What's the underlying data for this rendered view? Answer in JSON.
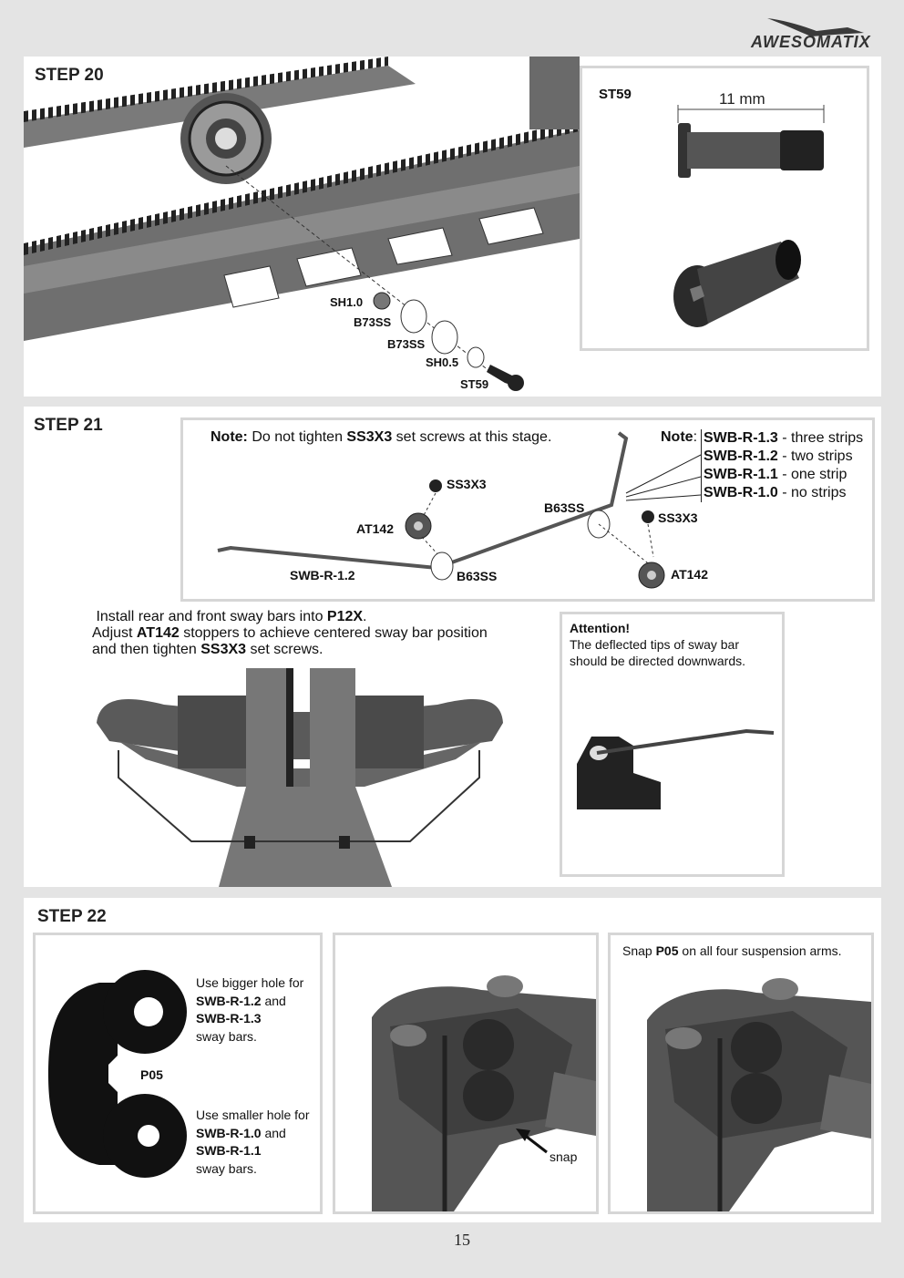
{
  "brand": {
    "name": "AWESOMATIX"
  },
  "page_number": "15",
  "step20": {
    "title": "STEP 20",
    "parts": [
      "SH1.0",
      "B73SS",
      "B73SS",
      "SH0.5",
      "ST59"
    ],
    "detail": {
      "part": "ST59",
      "dimension": "11 mm"
    }
  },
  "step21": {
    "title": "STEP 21",
    "note_left": {
      "prefix": "Note:",
      "text_a": " Do not tighten ",
      "part": "SS3X3",
      "text_b": " set screws at this stage."
    },
    "note_right": {
      "prefix": "Note",
      "items": [
        {
          "part": "SWB-R-1.3",
          "desc": " - three strips"
        },
        {
          "part": "SWB-R-1.2",
          "desc": " - two strips"
        },
        {
          "part": "SWB-R-1.1",
          "desc": " - one strip"
        },
        {
          "part": "SWB-R-1.0",
          "desc": " - no strips"
        }
      ]
    },
    "labels": {
      "ss3x3_a": "SS3X3",
      "ss3x3_b": "SS3X3",
      "at142_a": "AT142",
      "at142_b": "AT142",
      "b63ss_a": "B63SS",
      "b63ss_b": "B63SS",
      "swb": "SWB-R-1.2"
    },
    "install": {
      "l1a": "Install rear and front sway bars into ",
      "l1b": "P12X",
      "l1c": ".",
      "l2a": "Adjust ",
      "l2b": "AT142",
      "l2c": " stoppers to achieve centered sway bar position",
      "l3a": "and then tighten ",
      "l3b": "SS3X3",
      "l3c": " set screws."
    },
    "attention": {
      "title": "Attention!",
      "line1": "The deflected tips of sway bar",
      "line2": "should be directed downwards."
    }
  },
  "step22": {
    "title": "STEP 22",
    "part": "P05",
    "big_hole": {
      "text": "Use bigger hole for",
      "part1": "SWB-R-1.2",
      "and": " and",
      "part2": "SWB-R-1.3",
      "end": "sway bars."
    },
    "small_hole": {
      "text": "Use smaller hole for",
      "part1": "SWB-R-1.0",
      "and": " and",
      "part2": "SWB-R-1.1",
      "end": "sway bars."
    },
    "snap_label": "snap",
    "snap_note": {
      "a": "Snap ",
      "part": "P05",
      "b": " on all four suspension arms."
    }
  }
}
